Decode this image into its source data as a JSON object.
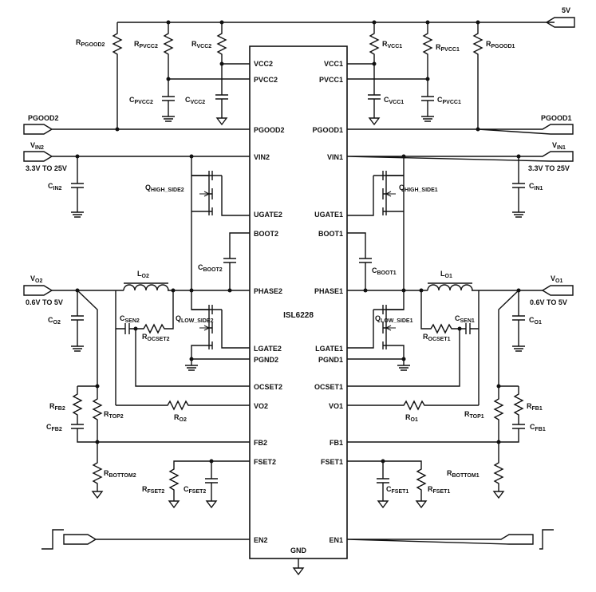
{
  "chip": {
    "name": "ISL6228",
    "gnd_label": "GND",
    "left_pins": [
      "VCC2",
      "PVCC2",
      "PGOOD2",
      "VIN2",
      "UGATE2",
      "BOOT2",
      "PHASE2",
      "LGATE2",
      "PGND2",
      "OCSET2",
      "VO2",
      "FB2",
      "FSET2",
      "EN2"
    ],
    "right_pins": [
      "VCC1",
      "PVCC1",
      "PGOOD1",
      "VIN1",
      "UGATE1",
      "BOOT1",
      "PHASE1",
      "LGATE1",
      "PGND1",
      "OCSET1",
      "VO1",
      "FB1",
      "FSET1",
      "EN1"
    ]
  },
  "ports": {
    "supply": "5V",
    "pgood1": "PGOOD1",
    "pgood2": "PGOOD2",
    "vin1": {
      "main": "V",
      "sub": "IN1",
      "range": "3.3V TO 25V"
    },
    "vin2": {
      "main": "V",
      "sub": "IN2",
      "range": "3.3V TO 25V"
    },
    "vo1": {
      "main": "V",
      "sub": "O1",
      "range": "0.6V TO 5V"
    },
    "vo2": {
      "main": "V",
      "sub": "O2",
      "range": "0.6V TO 5V"
    }
  },
  "components": {
    "r_pgood2": {
      "main": "R",
      "sub": "PGOOD2"
    },
    "r_pvcc2": {
      "main": "R",
      "sub": "PVCC2"
    },
    "r_vcc2": {
      "main": "R",
      "sub": "VCC2"
    },
    "r_vcc1": {
      "main": "R",
      "sub": "VCC1"
    },
    "r_pvcc1": {
      "main": "R",
      "sub": "PVCC1"
    },
    "r_pgood1": {
      "main": "R",
      "sub": "PGOOD1"
    },
    "c_pvcc2": {
      "main": "C",
      "sub": "PVCC2"
    },
    "c_vcc2": {
      "main": "C",
      "sub": "VCC2"
    },
    "c_vcc1": {
      "main": "C",
      "sub": "VCC1"
    },
    "c_pvcc1": {
      "main": "C",
      "sub": "PVCC1"
    },
    "c_in2": {
      "main": "C",
      "sub": "IN2"
    },
    "c_in1": {
      "main": "C",
      "sub": "IN1"
    },
    "q_high_side2": {
      "main": "Q",
      "sub": "HIGH_SIDE2"
    },
    "q_high_side1": {
      "main": "Q",
      "sub": "HIGH_SIDE1"
    },
    "c_boot2": {
      "main": "C",
      "sub": "BOOT2"
    },
    "c_boot1": {
      "main": "C",
      "sub": "BOOT1"
    },
    "l_o2": {
      "main": "L",
      "sub": "O2"
    },
    "l_o1": {
      "main": "L",
      "sub": "O1"
    },
    "c_o2": {
      "main": "C",
      "sub": "O2"
    },
    "c_o1": {
      "main": "C",
      "sub": "O1"
    },
    "c_sen2": {
      "main": "C",
      "sub": "SEN2"
    },
    "c_sen1": {
      "main": "C",
      "sub": "SEN1"
    },
    "r_ocset2": {
      "main": "R",
      "sub": "OCSET2"
    },
    "r_ocset1": {
      "main": "R",
      "sub": "OCSET1"
    },
    "q_low_side2": {
      "main": "Q",
      "sub": "LOW_SIDE2"
    },
    "q_low_side1": {
      "main": "Q",
      "sub": "LOW_SIDE1"
    },
    "r_fb2": {
      "main": "R",
      "sub": "FB2"
    },
    "r_fb1": {
      "main": "R",
      "sub": "FB1"
    },
    "c_fb2": {
      "main": "C",
      "sub": "FB2"
    },
    "c_fb1": {
      "main": "C",
      "sub": "FB1"
    },
    "r_top2": {
      "main": "R",
      "sub": "TOP2"
    },
    "r_top1": {
      "main": "R",
      "sub": "TOP1"
    },
    "r_o2": {
      "main": "R",
      "sub": "O2"
    },
    "r_o1": {
      "main": "R",
      "sub": "O1"
    },
    "r_bottom2": {
      "main": "R",
      "sub": "BOTTOM2"
    },
    "r_bottom1": {
      "main": "R",
      "sub": "BOTTOM1"
    },
    "r_fset2": {
      "main": "R",
      "sub": "FSET2"
    },
    "r_fset1": {
      "main": "R",
      "sub": "FSET1"
    },
    "c_fset2": {
      "main": "C",
      "sub": "FSET2"
    },
    "c_fset1": {
      "main": "C",
      "sub": "FSET1"
    }
  }
}
